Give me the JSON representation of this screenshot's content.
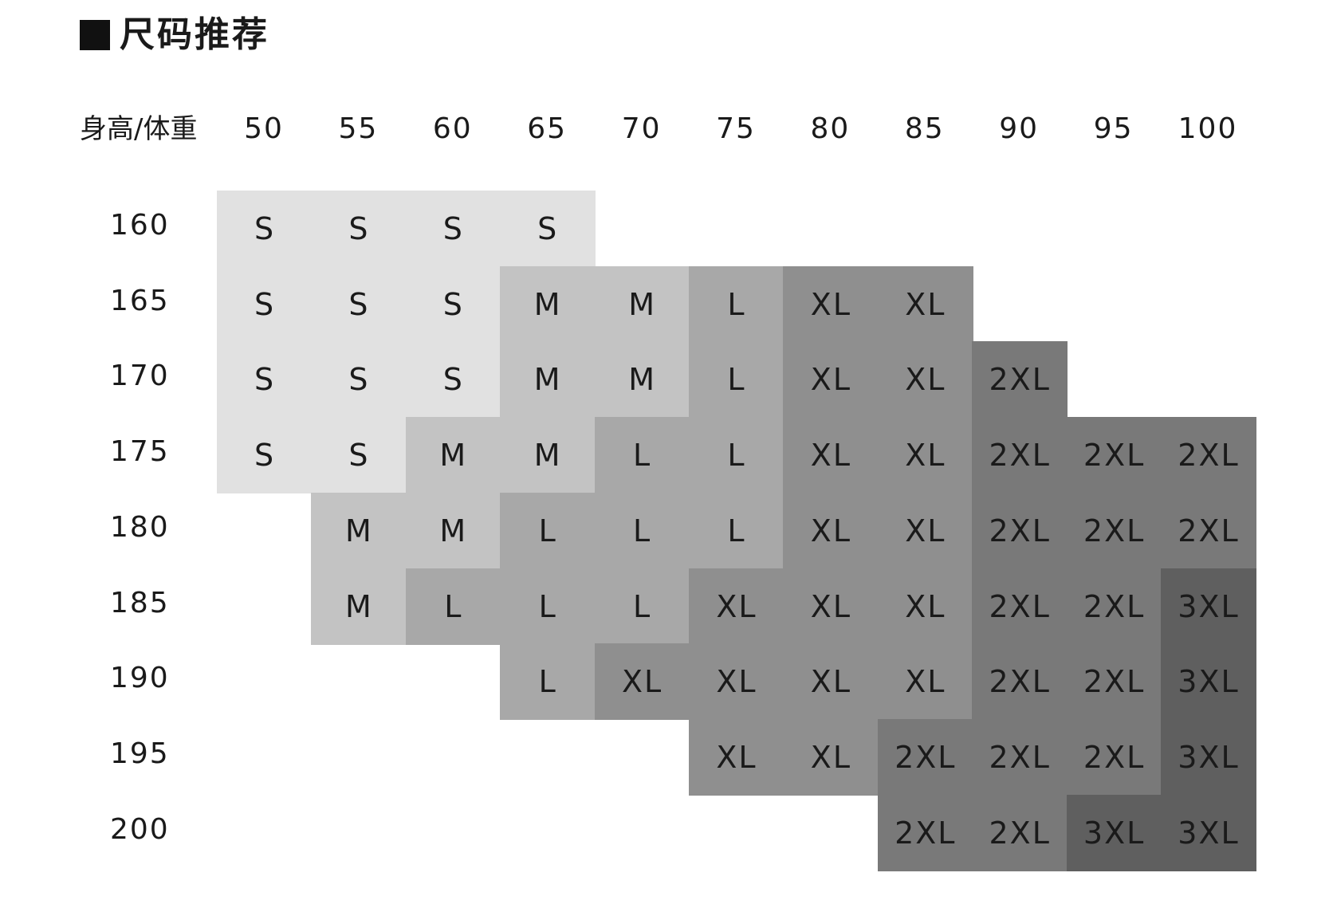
{
  "title": "尺码推荐",
  "chart_data": {
    "type": "table",
    "corner_label": "身高/体重",
    "weights": [
      "50",
      "55",
      "60",
      "65",
      "70",
      "75",
      "80",
      "85",
      "90",
      "95",
      "100"
    ],
    "heights": [
      "160",
      "165",
      "170",
      "175",
      "180",
      "185",
      "190",
      "195",
      "200"
    ],
    "size_colors": {
      "S": "#e1e1e1",
      "M": "#c3c3c3",
      "L": "#a8a8a8",
      "XL": "#8f8f8f",
      "2XL": "#797979",
      "3XL": "#5f5f5f"
    },
    "rows": [
      [
        "S",
        "S",
        "S",
        "S",
        "",
        "",
        "",
        "",
        "",
        "",
        ""
      ],
      [
        "S",
        "S",
        "S",
        "M",
        "M",
        "L",
        "XL",
        "XL",
        "",
        "",
        ""
      ],
      [
        "S",
        "S",
        "S",
        "M",
        "M",
        "L",
        "XL",
        "XL",
        "2XL",
        "",
        ""
      ],
      [
        "S",
        "S",
        "M",
        "M",
        "L",
        "L",
        "XL",
        "XL",
        "2XL",
        "2XL",
        "2XL"
      ],
      [
        "",
        "M",
        "M",
        "L",
        "L",
        "L",
        "XL",
        "XL",
        "2XL",
        "2XL",
        "2XL"
      ],
      [
        "",
        "M",
        "L",
        "L",
        "L",
        "XL",
        "XL",
        "XL",
        "2XL",
        "2XL",
        "3XL"
      ],
      [
        "",
        "",
        "",
        "L",
        "XL",
        "XL",
        "XL",
        "XL",
        "2XL",
        "2XL",
        "3XL"
      ],
      [
        "",
        "",
        "",
        "",
        "",
        "XL",
        "XL",
        "2XL",
        "2XL",
        "2XL",
        "3XL"
      ],
      [
        "",
        "",
        "",
        "",
        "",
        "",
        "",
        "2XL",
        "2XL",
        "3XL",
        "3XL"
      ]
    ]
  }
}
